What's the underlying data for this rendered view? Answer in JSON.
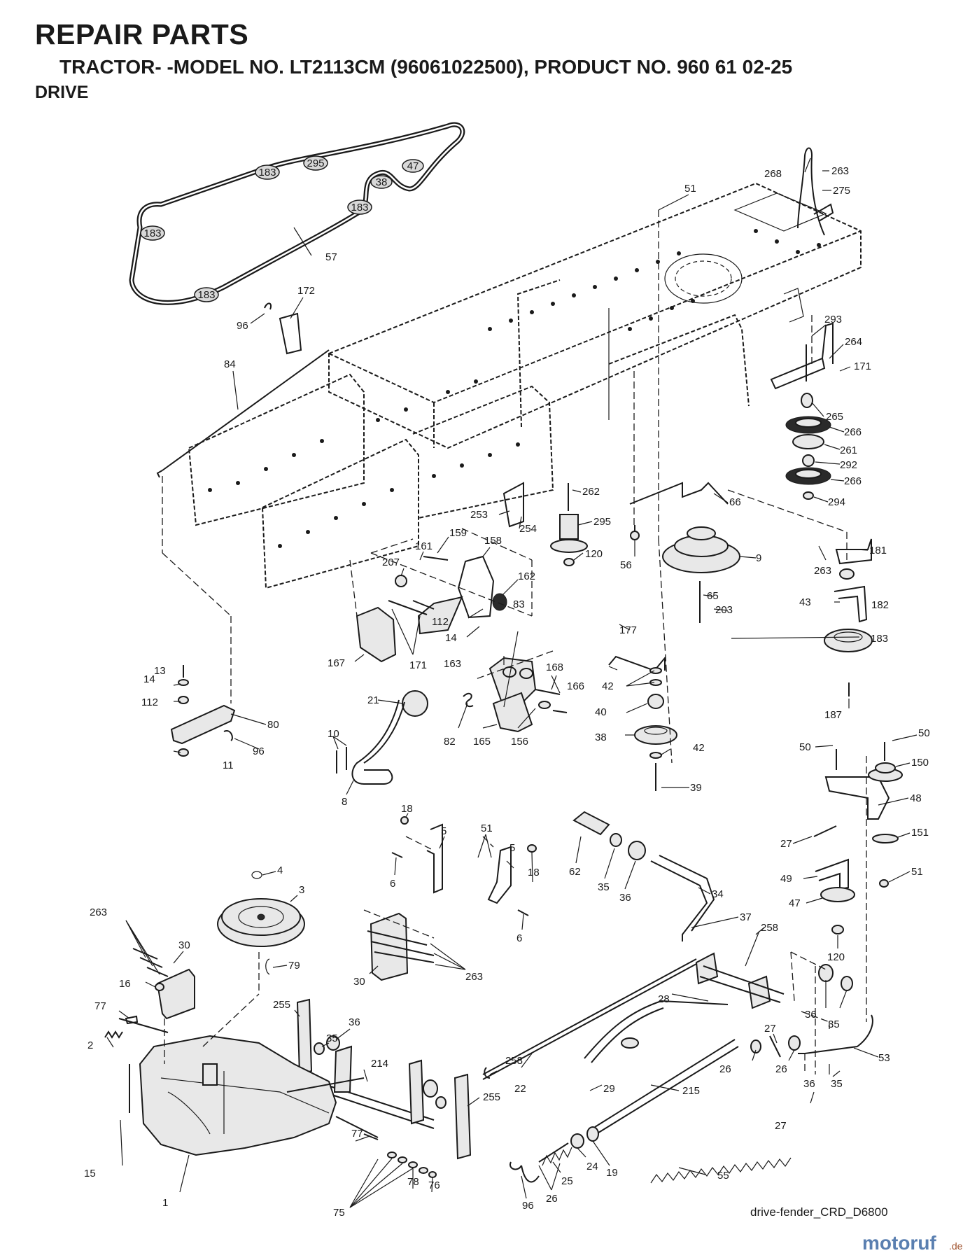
{
  "header": {
    "title": "REPAIR PARTS",
    "model_line": "TRACTOR- -MODEL NO. LT2113CM (96061022500), PRODUCT NO. 960 61 02-25",
    "section": "DRIVE"
  },
  "belt_badges": [
    "183",
    "295",
    "47",
    "38",
    "183",
    "183",
    "183"
  ],
  "callouts": [
    {
      "id": "c57",
      "text": "57"
    },
    {
      "id": "c51a",
      "text": "51"
    },
    {
      "id": "c268",
      "text": "268"
    },
    {
      "id": "c263a",
      "text": "263"
    },
    {
      "id": "c275",
      "text": "275"
    },
    {
      "id": "c172",
      "text": "172"
    },
    {
      "id": "c96a",
      "text": "96"
    },
    {
      "id": "c84",
      "text": "84"
    },
    {
      "id": "c293",
      "text": "293"
    },
    {
      "id": "c264",
      "text": "264"
    },
    {
      "id": "c171a",
      "text": "171"
    },
    {
      "id": "c265",
      "text": "265"
    },
    {
      "id": "c266a",
      "text": "266"
    },
    {
      "id": "c261",
      "text": "261"
    },
    {
      "id": "c292",
      "text": "292"
    },
    {
      "id": "c266b",
      "text": "266"
    },
    {
      "id": "c294",
      "text": "294"
    },
    {
      "id": "c66",
      "text": "66"
    },
    {
      "id": "c262",
      "text": "262"
    },
    {
      "id": "c253",
      "text": "253"
    },
    {
      "id": "c254",
      "text": "254"
    },
    {
      "id": "c295",
      "text": "295"
    },
    {
      "id": "c120a",
      "text": "120"
    },
    {
      "id": "c56",
      "text": "56"
    },
    {
      "id": "c9",
      "text": "9"
    },
    {
      "id": "c181",
      "text": "181"
    },
    {
      "id": "c263b",
      "text": "263"
    },
    {
      "id": "c159",
      "text": "159"
    },
    {
      "id": "c158",
      "text": "158"
    },
    {
      "id": "c161",
      "text": "161"
    },
    {
      "id": "c207",
      "text": "207"
    },
    {
      "id": "c162",
      "text": "162"
    },
    {
      "id": "c65",
      "text": "65"
    },
    {
      "id": "c43",
      "text": "43"
    },
    {
      "id": "c182",
      "text": "182"
    },
    {
      "id": "c112a",
      "text": "112"
    },
    {
      "id": "c14a",
      "text": "14"
    },
    {
      "id": "c83",
      "text": "83"
    },
    {
      "id": "c203",
      "text": "203"
    },
    {
      "id": "c183",
      "text": "183"
    },
    {
      "id": "c167",
      "text": "167"
    },
    {
      "id": "c171b",
      "text": "171"
    },
    {
      "id": "c163",
      "text": "163"
    },
    {
      "id": "c177",
      "text": "177"
    },
    {
      "id": "c13",
      "text": "13"
    },
    {
      "id": "c14b",
      "text": "14"
    },
    {
      "id": "c168",
      "text": "168"
    },
    {
      "id": "c166",
      "text": "166"
    },
    {
      "id": "c42a",
      "text": "42"
    },
    {
      "id": "c187",
      "text": "187"
    },
    {
      "id": "c112b",
      "text": "112"
    },
    {
      "id": "c80",
      "text": "80"
    },
    {
      "id": "c21",
      "text": "21"
    },
    {
      "id": "c40",
      "text": "40"
    },
    {
      "id": "c82",
      "text": "82"
    },
    {
      "id": "c165",
      "text": "165"
    },
    {
      "id": "c156",
      "text": "156"
    },
    {
      "id": "c38",
      "text": "38"
    },
    {
      "id": "c42b",
      "text": "42"
    },
    {
      "id": "c96b",
      "text": "96"
    },
    {
      "id": "c10",
      "text": "10"
    },
    {
      "id": "c11",
      "text": "11"
    },
    {
      "id": "c50a",
      "text": "50"
    },
    {
      "id": "c50b",
      "text": "50"
    },
    {
      "id": "c150",
      "text": "150"
    },
    {
      "id": "c39",
      "text": "39"
    },
    {
      "id": "c48",
      "text": "48"
    },
    {
      "id": "c8",
      "text": "8"
    },
    {
      "id": "c18a",
      "text": "18"
    },
    {
      "id": "c5a",
      "text": "5"
    },
    {
      "id": "c51b",
      "text": "51"
    },
    {
      "id": "c5b",
      "text": "5"
    },
    {
      "id": "c62",
      "text": "62"
    },
    {
      "id": "c27a",
      "text": "27"
    },
    {
      "id": "c151",
      "text": "151"
    },
    {
      "id": "c4",
      "text": "4"
    },
    {
      "id": "c6a",
      "text": "6"
    },
    {
      "id": "c18b",
      "text": "18"
    },
    {
      "id": "c35a",
      "text": "35"
    },
    {
      "id": "c36a",
      "text": "36"
    },
    {
      "id": "c49",
      "text": "49"
    },
    {
      "id": "c51c",
      "text": "51"
    },
    {
      "id": "c3",
      "text": "3"
    },
    {
      "id": "c34",
      "text": "34"
    },
    {
      "id": "c47",
      "text": "47"
    },
    {
      "id": "c263c",
      "text": "263"
    },
    {
      "id": "c6b",
      "text": "6"
    },
    {
      "id": "c37",
      "text": "37"
    },
    {
      "id": "c30a",
      "text": "30"
    },
    {
      "id": "c258a",
      "text": "258"
    },
    {
      "id": "c120b",
      "text": "120"
    },
    {
      "id": "c16",
      "text": "16"
    },
    {
      "id": "c79",
      "text": "79"
    },
    {
      "id": "c30b",
      "text": "30"
    },
    {
      "id": "c263d",
      "text": "263"
    },
    {
      "id": "c77a",
      "text": "77"
    },
    {
      "id": "c255a",
      "text": "255"
    },
    {
      "id": "c35b",
      "text": "35"
    },
    {
      "id": "c36b",
      "text": "36"
    },
    {
      "id": "c28",
      "text": "28"
    },
    {
      "id": "c36c",
      "text": "36"
    },
    {
      "id": "c35c",
      "text": "35"
    },
    {
      "id": "c2",
      "text": "2"
    },
    {
      "id": "c27b",
      "text": "27"
    },
    {
      "id": "c258b",
      "text": "258"
    },
    {
      "id": "c214",
      "text": "214"
    },
    {
      "id": "c26a",
      "text": "26"
    },
    {
      "id": "c26b",
      "text": "26"
    },
    {
      "id": "c53",
      "text": "53"
    },
    {
      "id": "c36d",
      "text": "36"
    },
    {
      "id": "c35d",
      "text": "35"
    },
    {
      "id": "c22",
      "text": "22"
    },
    {
      "id": "c29",
      "text": "29"
    },
    {
      "id": "c215",
      "text": "215"
    },
    {
      "id": "c27c",
      "text": "27"
    },
    {
      "id": "c255b",
      "text": "255"
    },
    {
      "id": "c15",
      "text": "15"
    },
    {
      "id": "c77b",
      "text": "77"
    },
    {
      "id": "c24",
      "text": "24"
    },
    {
      "id": "c19",
      "text": "19"
    },
    {
      "id": "c25",
      "text": "25"
    },
    {
      "id": "c55",
      "text": "55"
    },
    {
      "id": "c78",
      "text": "78"
    },
    {
      "id": "c76",
      "text": "76"
    },
    {
      "id": "c1",
      "text": "1"
    },
    {
      "id": "c75",
      "text": "75"
    },
    {
      "id": "c96c",
      "text": "96"
    },
    {
      "id": "c26c",
      "text": "26"
    }
  ],
  "drawing_ref": "drive-fender_CRD_D6800",
  "watermark": {
    "brand": "motoruf",
    "suffix": ".de"
  }
}
